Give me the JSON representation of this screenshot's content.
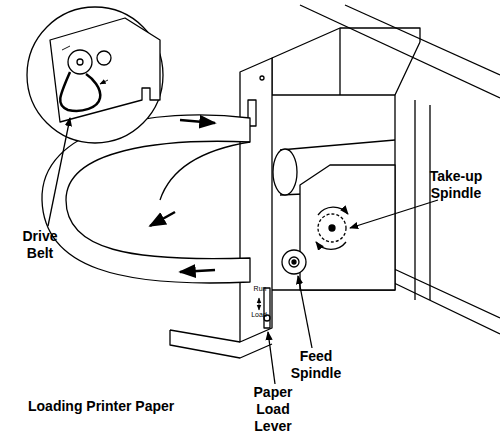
{
  "diagram": {
    "caption": "Loading Printer Paper",
    "labels": [
      "Drive Belt",
      "Take-up Spindle",
      "Feed Spindle",
      "Paper Load Lever",
      "Run",
      "Load"
    ]
  }
}
